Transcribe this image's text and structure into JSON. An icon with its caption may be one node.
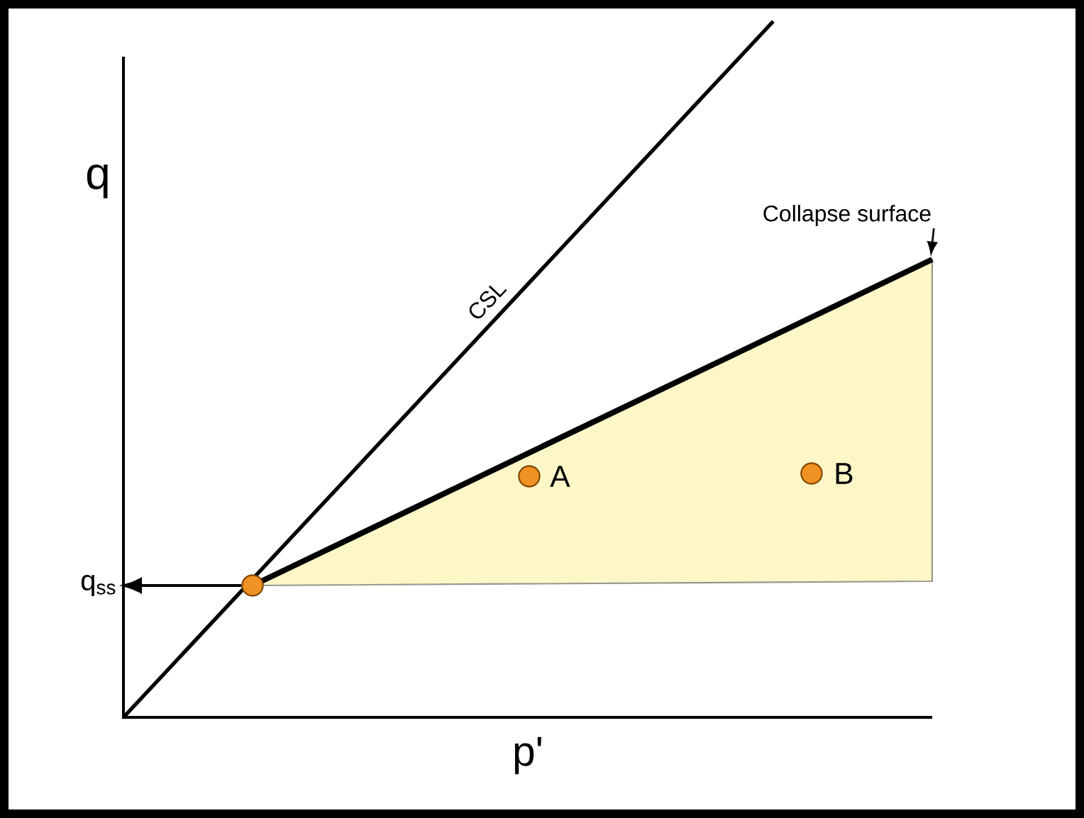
{
  "diagram": {
    "nodes": [
      {
        "text": [],
        "shape": "circle"
      },
      {
        "text": [
          "q$_{ss}$"
        ]
      },
      {
        "text": [
          "Collapse surface"
        ]
      },
      {
        "text": [],
        "shape": "circle",
        "beside": [
          "A"
        ]
      },
      {
        "text": [],
        "shape": "circle",
        "beside": [
          "B"
        ]
      }
    ],
    "edges": [
      {
        "from": 0,
        "to": 1,
        "arrow": "to"
      },
      {
        "from": 2,
        "to": null,
        "arrow": "to"
      }
    ],
    "labels": [
      "q",
      "p'",
      "CSL"
    ]
  }
}
